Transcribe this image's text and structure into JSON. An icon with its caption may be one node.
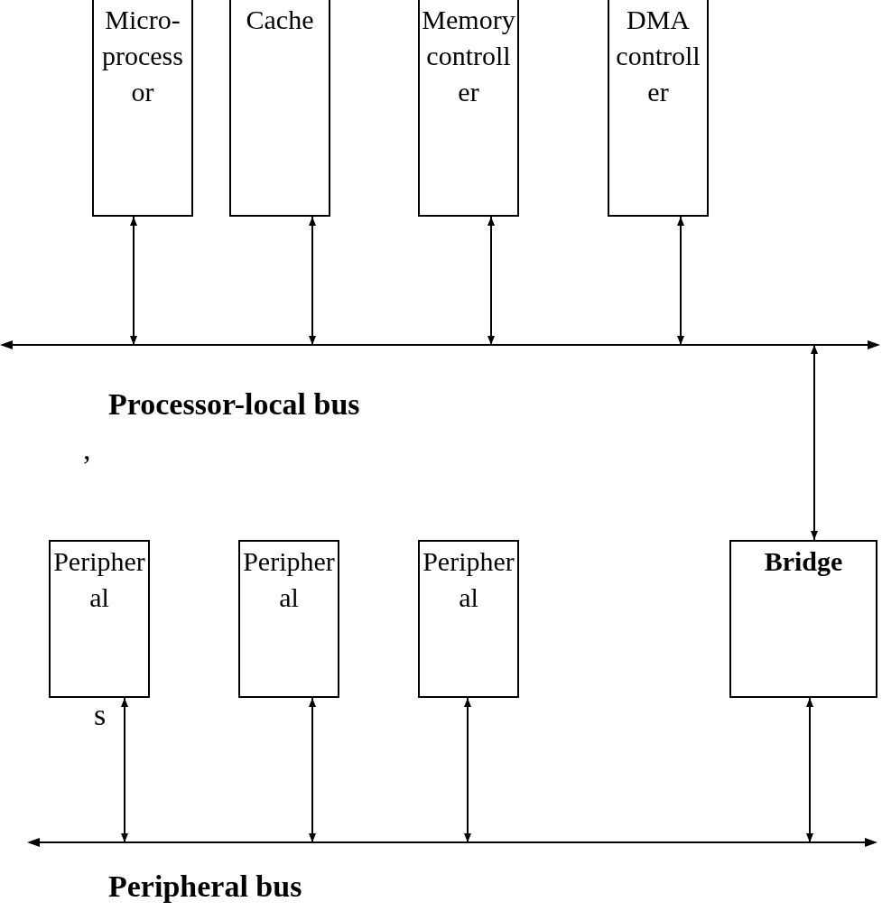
{
  "diagram": {
    "nodes": [
      {
        "text": [
          "Micro- process or"
        ]
      },
      {
        "text": [
          "Cache"
        ]
      },
      {
        "text": [
          "Memory controll er"
        ]
      },
      {
        "text": [
          "DMA controll er"
        ]
      },
      {
        "text": [],
        "shape": "bar",
        "beside": [
          "Processor-local bus"
        ]
      },
      {
        "text": [
          "Peripher al"
        ]
      },
      {
        "text": [
          "Peripher al"
        ]
      },
      {
        "text": [
          "Peripher al"
        ]
      },
      {
        "text": [
          "Bridge"
        ]
      },
      {
        "text": [],
        "shape": "bar",
        "beside": [
          "Peripheral bus"
        ]
      }
    ],
    "edges": [
      {
        "from": 0,
        "to": 4,
        "arrow": "both"
      },
      {
        "from": 1,
        "to": 4,
        "arrow": "both"
      },
      {
        "from": 2,
        "to": 4,
        "arrow": "both"
      },
      {
        "from": 3,
        "to": 4,
        "arrow": "both"
      },
      {
        "from": 4,
        "to": 8,
        "arrow": "both"
      },
      {
        "from": 5,
        "to": 9,
        "arrow": "both"
      },
      {
        "from": 6,
        "to": 9,
        "arrow": "both"
      },
      {
        "from": 7,
        "to": 9,
        "arrow": "both"
      },
      {
        "from": 8,
        "to": 9,
        "arrow": "both"
      }
    ],
    "labels": [
      ",",
      "s"
    ]
  }
}
